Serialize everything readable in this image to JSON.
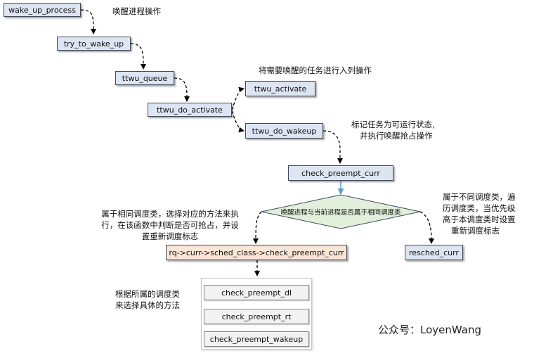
{
  "nodes": {
    "wake_up_process": "wake_up_process",
    "try_to_wake_up": "try_to_wake_up",
    "ttwu_queue": "ttwu_queue",
    "ttwu_do_activate": "ttwu_do_activate",
    "ttwu_activate": "ttwu_activate",
    "ttwu_do_wakeup": "ttwu_do_wakeup",
    "check_preempt_curr": "check_preempt_curr",
    "decision": "唤醒进程与当前进程是否属于相同调度类",
    "rq_sched_class": "rq->curr->sched_class->check_preempt_curr",
    "resched_curr": "resched_curr",
    "check_preempt_dl": "check_preempt_dl",
    "check_preempt_rt": "check_preempt_rt",
    "check_preempt_wakeup": "check_preempt_wakeup"
  },
  "notes": {
    "wakeup_op": "唤醒进程操作",
    "enqueue": "将需要唤醒的任务进行入列操作",
    "mark_running_1": "标记任务为可运行状态,",
    "mark_running_2": "并执行唤醒抢占操作",
    "same_class_1": "属于相同调度类，选择对应的方法来执",
    "same_class_2": "行，在该函数中判断是否可抢占，并设",
    "same_class_3": "置重新调度标志",
    "diff_class_1": "属于不同调度类，遍",
    "diff_class_2": "历调度类，当优先级",
    "diff_class_3": "高于本调度类时设置",
    "diff_class_4": "重新调度标志",
    "by_class_1": "根据所属的调度类",
    "by_class_2": "来选择具体的方法"
  },
  "watermark": "公众号：LoyenWang",
  "colors": {
    "node_fill": "#dde4f2",
    "peach_fill": "#fbe5d6",
    "diamond_fill": "#e2efda",
    "solid_arrow": "#5b9bd5",
    "dashed_arrow": "#000000"
  }
}
